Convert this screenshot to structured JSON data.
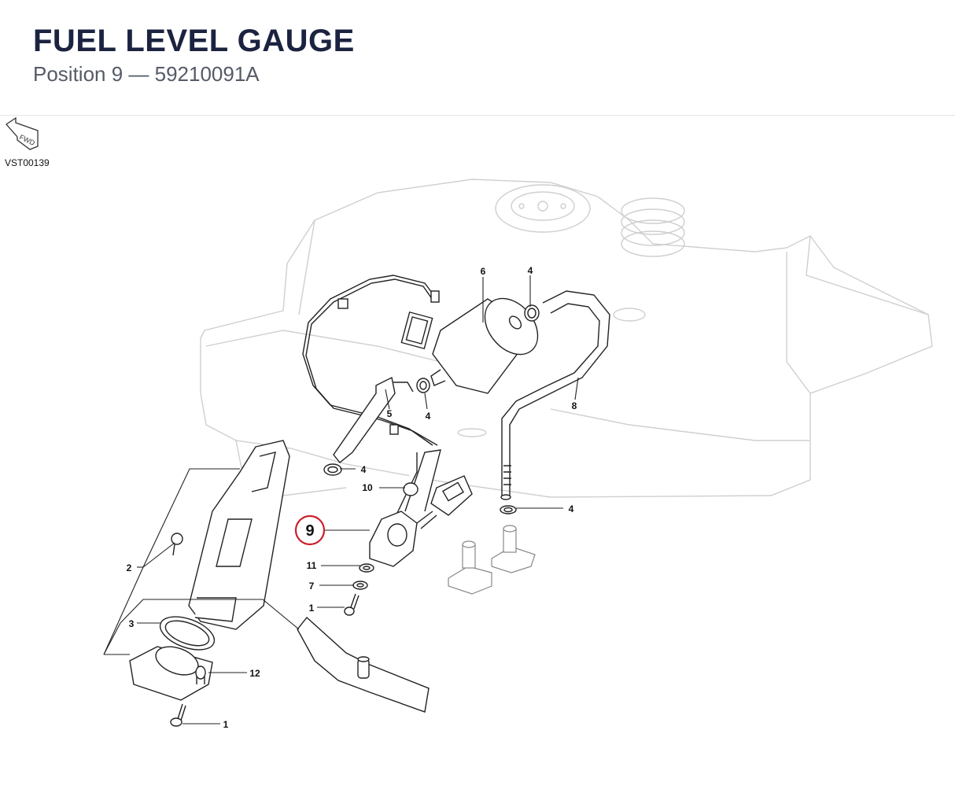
{
  "header": {
    "title": "FUEL LEVEL GAUGE",
    "subtitle": "Position 9 — 59210091A"
  },
  "diagram": {
    "reference_code": "VST00139",
    "fwd_label": "FWD",
    "highlight_label": "9",
    "highlight_color": "#cc1f2d",
    "callouts": {
      "p6": "6",
      "p4a": "4",
      "p5": "5",
      "p4b": "4",
      "p8": "8",
      "p4c": "4",
      "p10": "10",
      "p4d": "4",
      "p2": "2",
      "p11": "11",
      "p7": "7",
      "p1a": "1",
      "p3": "3",
      "p12": "12",
      "p1b": "1"
    }
  }
}
